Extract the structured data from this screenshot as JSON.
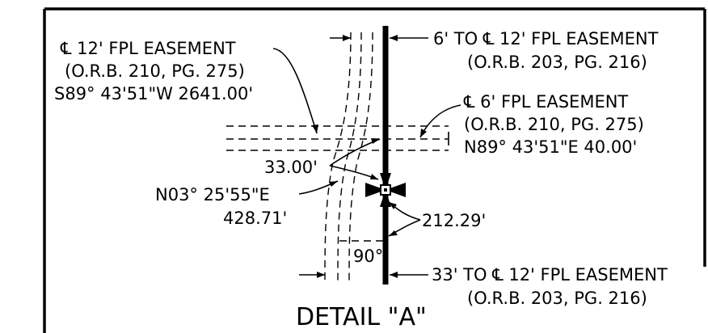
{
  "labels": {
    "left_easement": {
      "line1": "℄ 12' FPL EASEMENT",
      "line2": "(O.R.B. 210, PG. 275)",
      "line3": "S89° 43'51\"W  2641.00'"
    },
    "top_right_easement": {
      "line1": "6' TO ℄ 12' FPL EASEMENT",
      "line2": "(O.R.B. 203, PG. 216)"
    },
    "right_easement": {
      "line1": "℄ 6' FPL EASEMENT",
      "line2": "(O.R.B. 210, PG. 275)",
      "line3": "N89° 43'51\"E  40.00'"
    },
    "dim_33": "33.00'",
    "bearing": {
      "line1": "N03° 25'55\"E",
      "line2": "428.71'"
    },
    "dim_212": "212.29'",
    "angle": "90°",
    "bottom_right_easement": {
      "line1": "33' TO ℄ 12' FPL EASEMENT",
      "line2": "(O.R.B. 203, PG. 216)"
    },
    "title": "DETAIL \"A\""
  }
}
